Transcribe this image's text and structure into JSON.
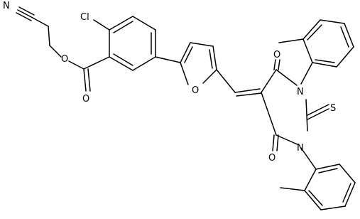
{
  "molecule": {
    "atoms": {
      "n_cyano": "N",
      "cl": "Cl",
      "o_ester_single": "O",
      "o_ester_carbonyl": "O",
      "o_furan": "O",
      "o_upper": "O",
      "o_lower": "O",
      "n_upper": "N",
      "n_lower": "N",
      "s_thione": "S"
    }
  }
}
